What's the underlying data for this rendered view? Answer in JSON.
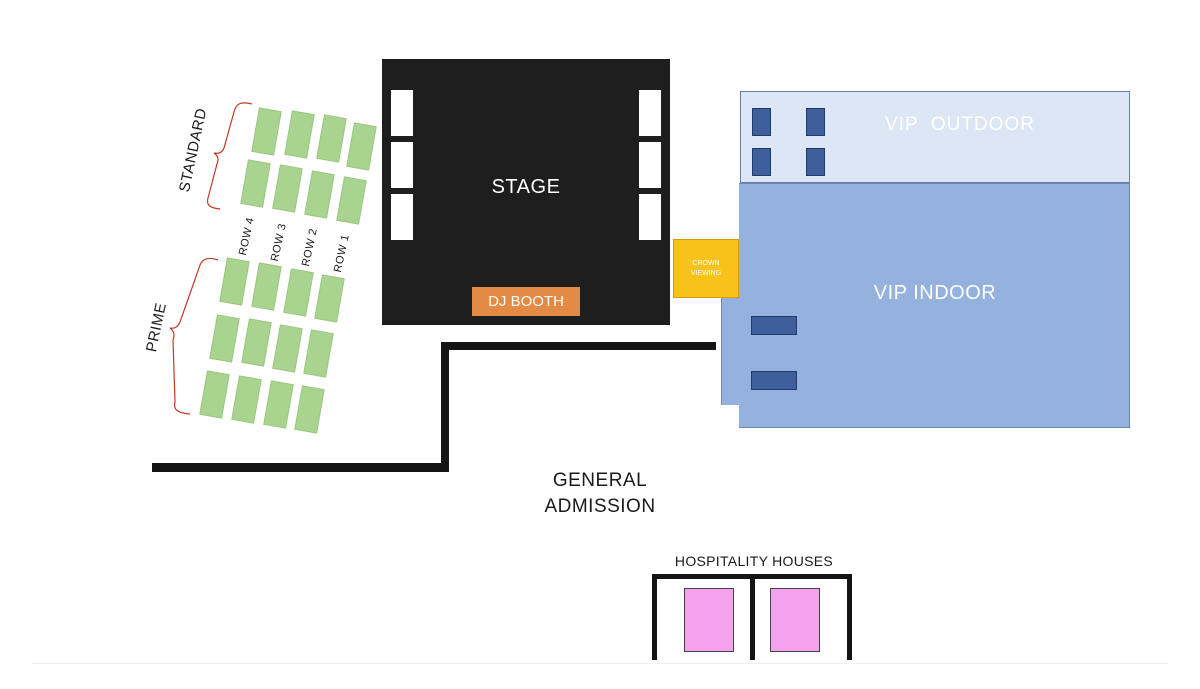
{
  "stage": {
    "label": "STAGE",
    "dj_booth": "DJ BOOTH"
  },
  "crown_viewing": {
    "line1": "CROWN",
    "line2": "VIEWING"
  },
  "vip_outdoor": {
    "label": "VIP  OUTDOOR"
  },
  "vip_indoor": {
    "label": "VIP INDOOR"
  },
  "general_admission": {
    "line1": "GENERAL",
    "line2": "ADMISSION"
  },
  "hospitality": {
    "label": "HOSPITALITY HOUSES"
  },
  "seating": {
    "standard_label": "STANDARD",
    "prime_label": "PRIME",
    "rows": [
      "ROW 4",
      "ROW 3",
      "ROW 2",
      "ROW 1"
    ]
  },
  "colors": {
    "stage": "#1e1e1e",
    "dj_booth": "#e38a45",
    "crown_viewing": "#f7c21a",
    "vip_outdoor": "#dde6f5",
    "vip_indoor": "#95b1de",
    "vip_table": "#3f5f9c",
    "seat": "#a9d48f",
    "hospitality_house": "#f5a3ee",
    "bracket": "#c0392b"
  }
}
